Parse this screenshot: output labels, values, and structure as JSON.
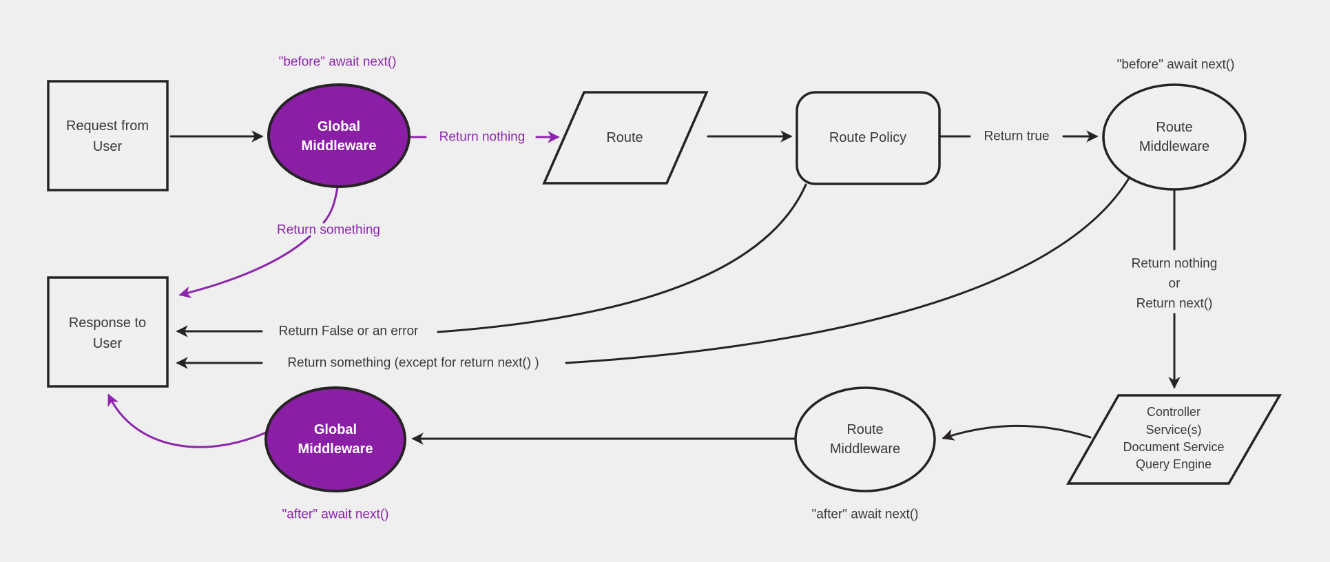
{
  "colors": {
    "bg": "#efefef",
    "node_fill": "#f1f0f0",
    "ink": "#272324",
    "text": "#3a3a3a",
    "purple_fill": "#8a1fa6",
    "purple_ink": "#8e24ad",
    "white": "#ffffff"
  },
  "nodes": {
    "request": {
      "lines": [
        "Request from",
        "User"
      ]
    },
    "global_middleware_top": {
      "lines": [
        "Global",
        "Middleware"
      ]
    },
    "route": {
      "label": "Route"
    },
    "route_policy": {
      "label": "Route Policy"
    },
    "route_middleware_top": {
      "lines": [
        "Route",
        "Middleware"
      ]
    },
    "controller": {
      "lines": [
        "Controller",
        "Service(s)",
        "Document Service",
        "Query Engine"
      ]
    },
    "route_middleware_bottom": {
      "lines": [
        "Route",
        "Middleware"
      ]
    },
    "global_middleware_bottom": {
      "lines": [
        "Global",
        "Middleware"
      ]
    },
    "response": {
      "lines": [
        "Response to",
        "User"
      ]
    }
  },
  "edge_labels": {
    "before_await_next_global": "\"before\" await next()",
    "before_await_next_route": "\"before\" await next()",
    "return_nothing": "Return nothing",
    "return_true": "Return true",
    "return_something": "Return something",
    "return_nothing_or": [
      "Return nothing",
      "or",
      "Return next()"
    ],
    "return_false_or_error": "Return False or an error",
    "return_something_except": "Return something (except for return next() )",
    "after_await_next_route": "\"after\" await next()",
    "after_await_next_global": "\"after\" await next()"
  }
}
